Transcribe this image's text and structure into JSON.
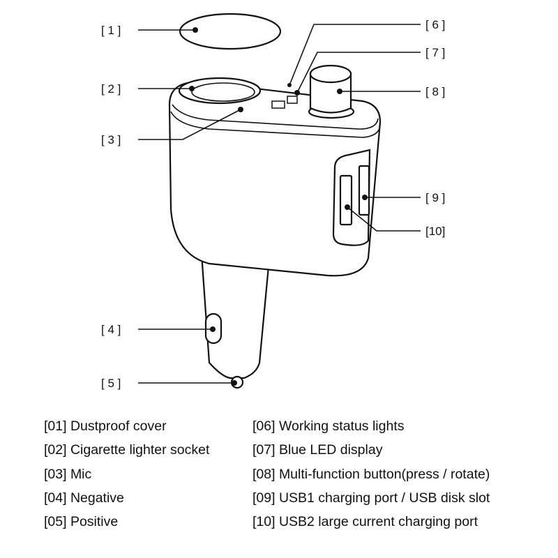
{
  "callouts": [
    "[ 1 ]",
    "[ 2 ]",
    "[ 3 ]",
    "[ 4 ]",
    "[ 5 ]",
    "[ 6 ]",
    "[ 7 ]",
    "[ 8 ]",
    "[ 9 ]",
    "[10]"
  ],
  "legend": {
    "left": [
      "[01] Dustproof cover",
      "[02] Cigarette lighter socket",
      "[03] Mic",
      "[04] Negative",
      "[05] Positive"
    ],
    "right": [
      "[06] Working status lights",
      "[07] Blue LED display",
      "[08] Multi-function button(press / rotate)",
      "[09] USB1 charging port / USB disk slot",
      "[10] USB2 large current charging port"
    ]
  }
}
